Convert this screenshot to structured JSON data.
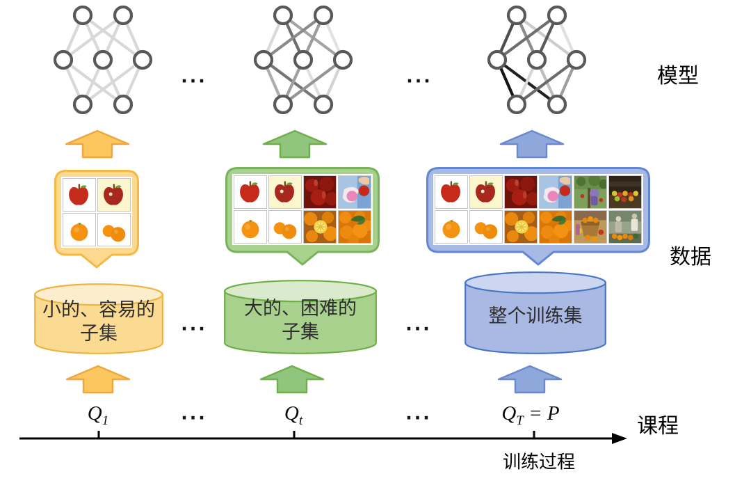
{
  "side_labels": {
    "model": "模型",
    "data": "数据",
    "curriculum": "课程",
    "axis_caption": "训练过程"
  },
  "ellipsis": "...",
  "network": {
    "node_color": "#595959",
    "node_fill": "#ffffff"
  },
  "columns": [
    {
      "name": "stage-1-easy",
      "q": {
        "base": "Q",
        "sub": "1",
        "rest": ""
      },
      "dataset_label": "小的、容易的\n子集",
      "colors": {
        "callout_fill": "#FBD990",
        "callout_border": "#F5B942",
        "arrow_fill": "#FBC75E",
        "arrow_border": "#F0A63C",
        "cyl_body": "#FBDB92",
        "cyl_top": "#FCEECC",
        "cyl_border": "#F0B23F"
      },
      "edge_colors": [
        "#D8D8D8",
        "#D8D8D8",
        "#D8D8D8",
        "#D8D8D8",
        "#D8D8D8",
        "#D8D8D8",
        "#D8D8D8",
        "#D8D8D8",
        "#D8D8D8",
        "#D8D8D8",
        "#D8D8D8",
        "#D8D8D8"
      ],
      "tiles": {
        "cols": 2,
        "rows": 2,
        "items": [
          "apple-white",
          "apple-cream",
          "orange-white",
          "oranges-white"
        ]
      }
    },
    {
      "name": "stage-t-hard",
      "q": {
        "base": "Q",
        "sub": "t",
        "rest": ""
      },
      "dataset_label": "大的、困难的\n子集",
      "colors": {
        "callout_fill": "#A9D18E",
        "callout_border": "#79B25A",
        "arrow_fill": "#90C57D",
        "arrow_border": "#6FAE49",
        "cyl_body": "#A9D18E",
        "cyl_top": "#D9EBCC",
        "cyl_border": "#71AD47"
      },
      "edge_colors": [
        "#D9D9D9",
        "#6E6E6E",
        "#A3A3A3",
        "#8A8A8A",
        "#9C9C9C",
        "#E2E2E2",
        "#ADADAD",
        "#757575",
        "#A0A0A0",
        "#DEDEDE",
        "#949494",
        "#D4D4D4"
      ],
      "tiles": {
        "cols": 4,
        "rows": 2,
        "items": [
          "apple-white",
          "apple-cream",
          "apples-dark-photo",
          "hand-apple-photo",
          "orange-white",
          "oranges-white",
          "orange-slices-photo",
          "oranges-leaves-photo"
        ]
      }
    },
    {
      "name": "stage-T-full",
      "q": {
        "base": "Q",
        "sub": "T",
        "rest": " = P"
      },
      "dataset_label": "整个训练集",
      "colors": {
        "callout_fill": "#A7B9E5",
        "callout_border": "#6286D6",
        "arrow_fill": "#8FA8DB",
        "arrow_border": "#6B88CE",
        "cyl_body": "#AAB9E4",
        "cyl_top": "#CDD6F0",
        "cyl_border": "#4876C6"
      },
      "edge_colors": [
        "#4D4D4D",
        "#8C8C8C",
        "#CCCCCC",
        "#6E6E6E",
        "#595959",
        "#E0E0E0",
        "#141414",
        "#212121",
        "#D6D6D6",
        "#BDBDBD",
        "#6B6B6B",
        "#9E9E9E"
      ],
      "tiles": {
        "cols": 6,
        "rows": 2,
        "items": [
          "apple-white",
          "apple-cream",
          "apples-dark-photo",
          "hand-apple-photo",
          "orchard-photo",
          "apples-market-photo",
          "orange-white",
          "oranges-white",
          "orange-slices-photo",
          "oranges-leaves-photo",
          "oranges-market-photo",
          "market-people-photo"
        ]
      }
    }
  ]
}
